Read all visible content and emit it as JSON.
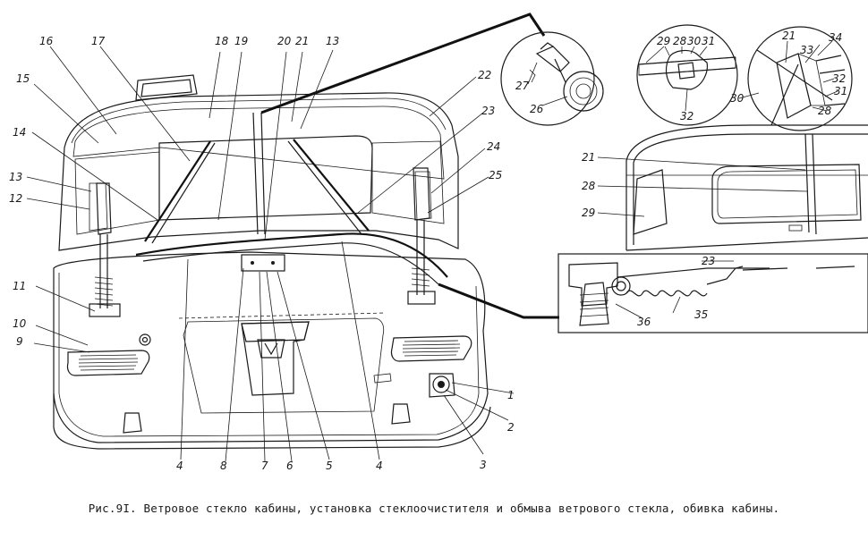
{
  "caption": "Рис.9I. Ветровое стекло кабины, установка стеклоочистителя и обмыва ветрового стекла, обивка кабины.",
  "labels": {
    "n1": "1",
    "n2": "2",
    "n3": "3",
    "n4a": "4",
    "n4b": "4",
    "n5": "5",
    "n6": "6",
    "n7": "7",
    "n8": "8",
    "n9": "9",
    "n10": "10",
    "n11": "11",
    "n12": "12",
    "n13a": "13",
    "n13b": "13",
    "n14": "14",
    "n15": "15",
    "n16": "16",
    "n17": "17",
    "n18": "18",
    "n19": "19",
    "n20": "20",
    "n21a": "21",
    "n21b": "21",
    "n21c": "21",
    "n22": "22",
    "n23a": "23",
    "n23b": "23",
    "n24": "24",
    "n25": "25",
    "n26": "26",
    "n27": "27",
    "n28a": "28",
    "n28b": "28",
    "n28c": "28",
    "n29a": "29",
    "n29b": "29",
    "n30a": "30",
    "n30b": "30",
    "n31a": "31",
    "n31b": "31",
    "n32a": "32",
    "n32b": "32",
    "n33": "33",
    "n34": "34",
    "n35": "35",
    "n36": "36"
  }
}
